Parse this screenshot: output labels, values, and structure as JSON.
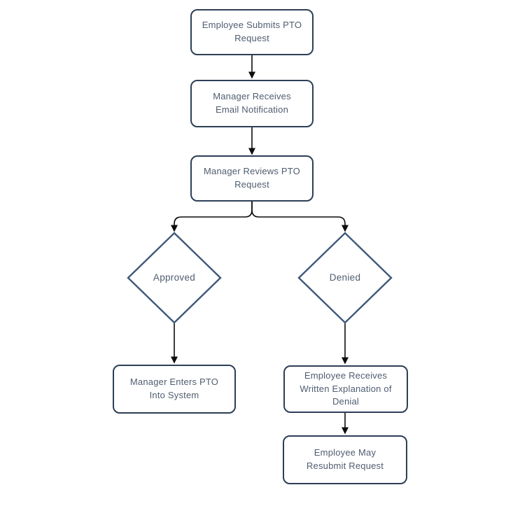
{
  "diagram": {
    "type": "flowchart",
    "background": "#ffffff",
    "colors": {
      "node_border": "#2d3f57",
      "decision_border": "#3e5878",
      "node_text": "#4f5d70",
      "node_fill": "#ffffff",
      "arrow": "#0d0d0d",
      "background": "#ffffff"
    },
    "nodes": [
      {
        "id": "submit-request",
        "shape": "rounded-rect",
        "label": "Employee Submits PTO Request"
      },
      {
        "id": "email-notification",
        "shape": "rounded-rect",
        "label": "Manager Receives Email Notification"
      },
      {
        "id": "review-request",
        "shape": "rounded-rect",
        "label": "Manager Reviews PTO Request"
      },
      {
        "id": "approved",
        "shape": "diamond",
        "label": "Approved"
      },
      {
        "id": "denied",
        "shape": "diamond",
        "label": "Denied"
      },
      {
        "id": "enter-pto",
        "shape": "rounded-rect",
        "label": "Manager Enters PTO Into System"
      },
      {
        "id": "written-explanation",
        "shape": "rounded-rect",
        "label": "Employee Receives Written Explanation of Denial"
      },
      {
        "id": "resubmit",
        "shape": "rounded-rect",
        "label": "Employee May Resubmit Request"
      }
    ],
    "edges": [
      {
        "from": "submit-request",
        "to": "email-notification"
      },
      {
        "from": "email-notification",
        "to": "review-request"
      },
      {
        "from": "review-request",
        "to": "approved"
      },
      {
        "from": "review-request",
        "to": "denied"
      },
      {
        "from": "approved",
        "to": "enter-pto"
      },
      {
        "from": "denied",
        "to": "written-explanation"
      },
      {
        "from": "written-explanation",
        "to": "resubmit"
      }
    ]
  }
}
